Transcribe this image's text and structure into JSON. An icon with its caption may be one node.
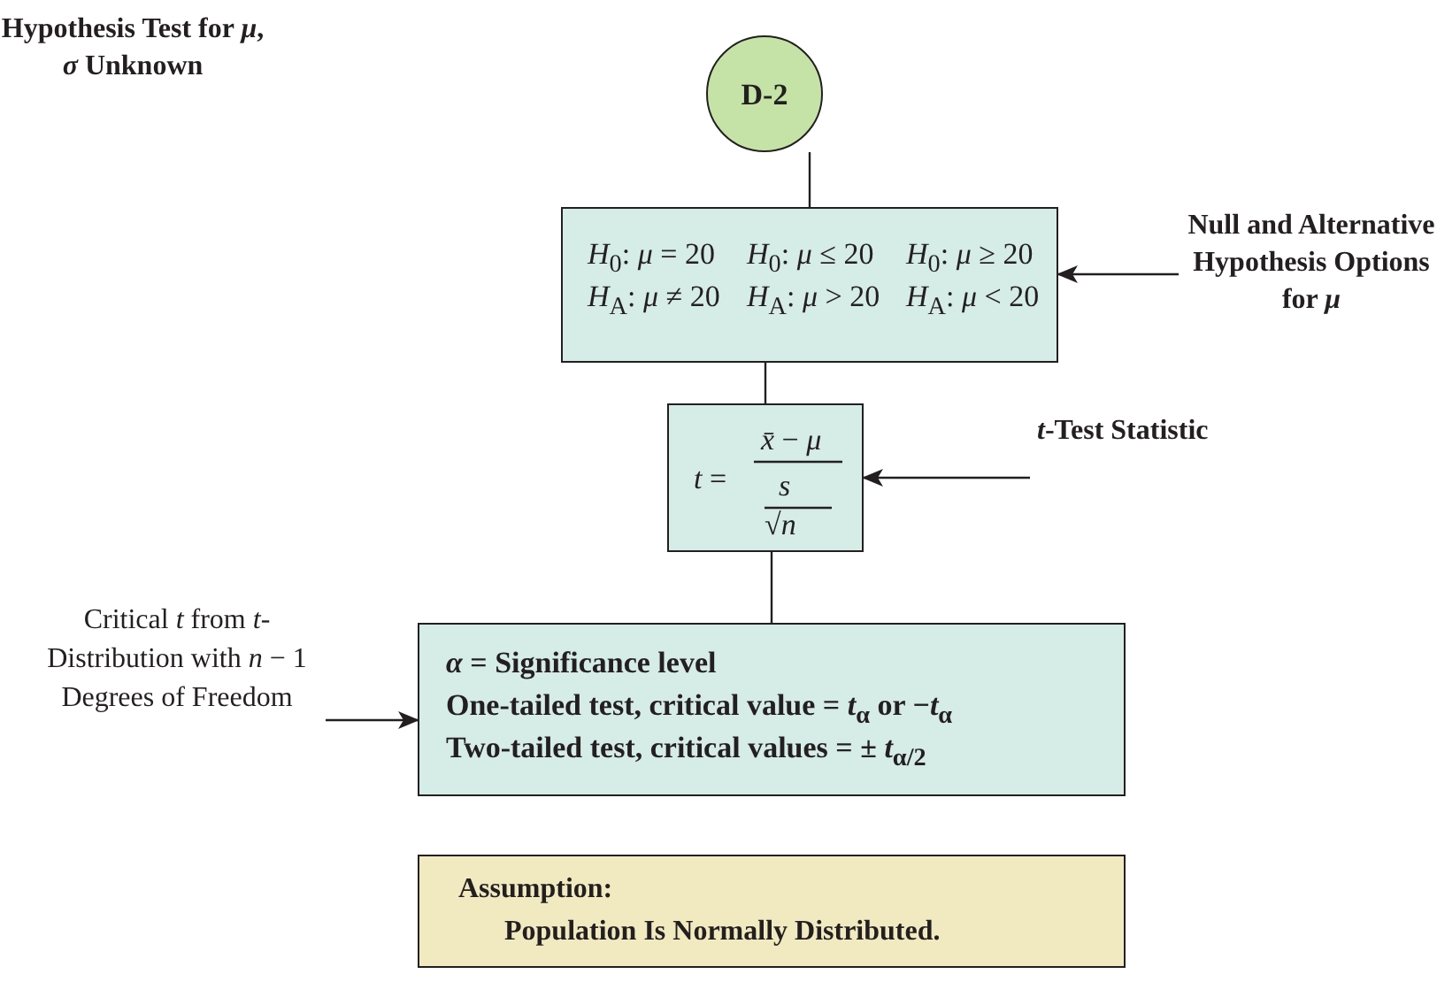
{
  "diagram": {
    "title": "Hypothesis Test for *μ*, *σ* Unknown",
    "nodes": [
      {
        "text": [
          "D-2"
        ]
      },
      {
        "text": [
          "*H*$_{0}$: *μ* = 20",
          "*H*$_{0}$: *μ* ≤ 20",
          "*H*$_{0}$: *μ* ≥ 20",
          "*H*$_{A}$: *μ* ≠ 20",
          "*H*$_{A}$: *μ* > 20",
          "*H*$_{A}$: *μ* < 20"
        ]
      },
      {
        "text": [
          "*t* =",
          "*x̄* − *μ*",
          "*s*",
          "√*n*"
        ]
      },
      {
        "text": [
          "*α* = Significance level",
          "One-tailed test, critical value = *t*$_{α}$  or −*t*$_{α}$",
          "Two-tailed test, critical values = ± *t*$_{α/2}$"
        ]
      },
      {
        "text": [
          "Assumption:",
          "Population Is Normally Distributed."
        ]
      },
      {
        "text": [
          "Null and Alternative Hypothesis Options for *μ*"
        ]
      },
      {
        "text": [
          "*t*-Test Statistic"
        ]
      },
      {
        "text": [
          "Critical *t* from *t*-Distribution with *n* − 1 Degrees of Freedom"
        ]
      }
    ],
    "edges": [
      {
        "from": 0,
        "to": 1,
        "arrow": "none"
      },
      {
        "from": 1,
        "to": 2,
        "arrow": "none"
      },
      {
        "from": 2,
        "to": 3,
        "arrow": "none"
      },
      {
        "from": 5,
        "to": 1,
        "arrow": "to"
      },
      {
        "from": 6,
        "to": 2,
        "arrow": "to"
      },
      {
        "from": 7,
        "to": 3,
        "arrow": "to"
      }
    ]
  }
}
